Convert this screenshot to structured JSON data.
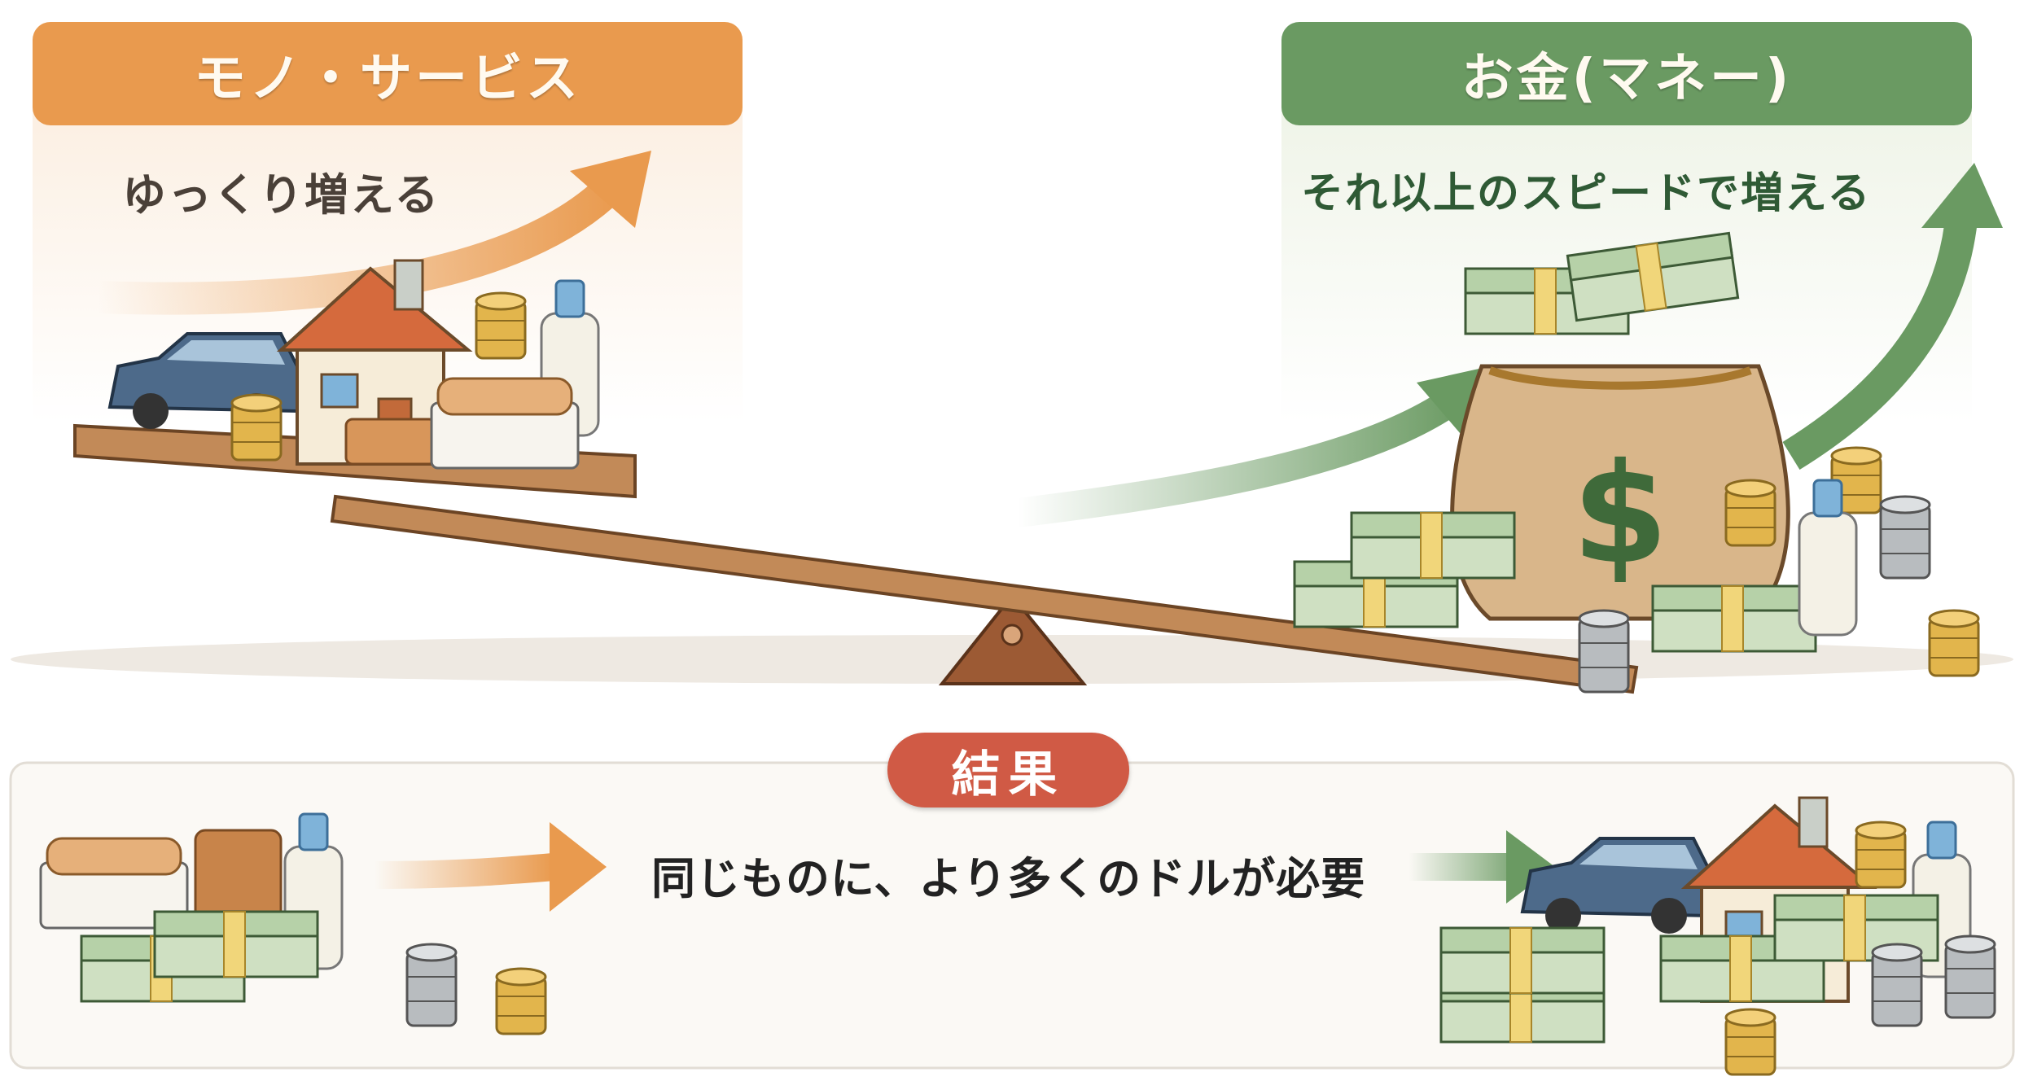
{
  "left_panel": {
    "title": "モノ・サービス",
    "subtitle": "ゆっくり増える",
    "color": "#e99a4e"
  },
  "right_panel": {
    "title": "お金(マネー)",
    "subtitle": "それ以上のスピードで増える",
    "color": "#6a9a62"
  },
  "bag_symbol": "$",
  "result": {
    "badge": "結果",
    "text": "同じものに、より多くのドルが必要",
    "badge_color": "#d05a45"
  }
}
